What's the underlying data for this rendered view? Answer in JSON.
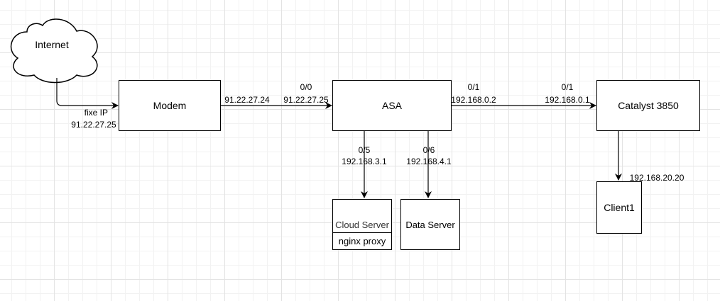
{
  "nodes": {
    "internet": "Internet",
    "modem": "Modem",
    "asa": "ASA",
    "catalyst": "Catalyst 3850",
    "cloud_server": "Cloud Server",
    "nginx_proxy": "nginx proxy",
    "data_server": "Data Server",
    "client1": "Client1"
  },
  "labels": {
    "modem_in": {
      "line1": "fixe IP",
      "line2": "91.22.27.25"
    },
    "modem_out": "91.22.27.24",
    "asa_in": {
      "port": "0/0",
      "ip": "91.22.27.25"
    },
    "asa_out_right": {
      "port": "0/1",
      "ip": "192.168.0.2"
    },
    "catalyst_in": {
      "port": "0/1",
      "ip": "192.168.0.1"
    },
    "asa_cloud": {
      "port": "0/5",
      "ip": "192.168.3.1"
    },
    "asa_data": {
      "port": "0/6",
      "ip": "192.168.4.1"
    },
    "client_ip": "192.168.20.20"
  }
}
